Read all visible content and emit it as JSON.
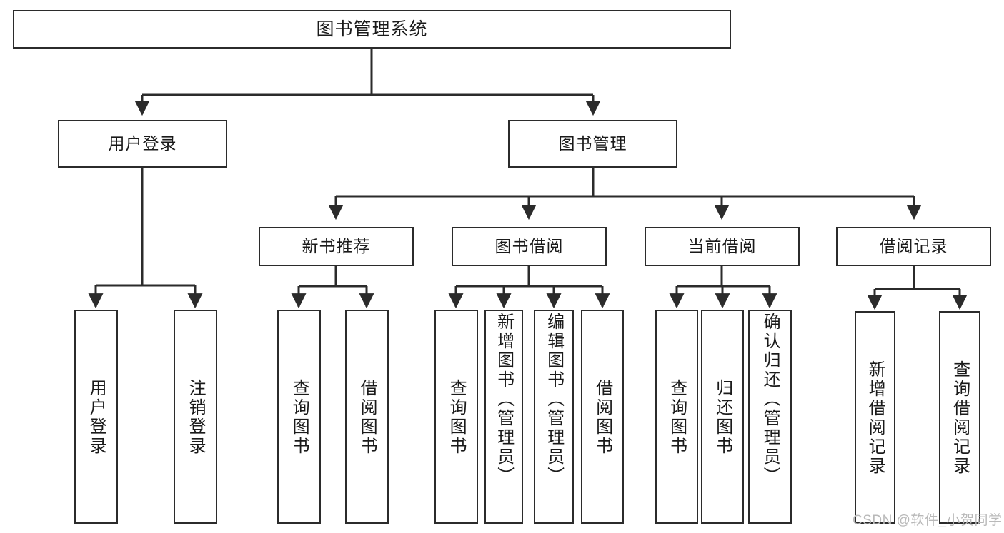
{
  "diagram": {
    "title": "图书管理系统",
    "type": "tree-hierarchy-chart",
    "root": {
      "label": "图书管理系统"
    },
    "level2": [
      {
        "label": "用户登录"
      },
      {
        "label": "图书管理"
      }
    ],
    "level3": [
      {
        "label": "新书推荐"
      },
      {
        "label": "图书借阅"
      },
      {
        "label": "当前借阅"
      },
      {
        "label": "借阅记录"
      }
    ],
    "leaves": {
      "user_login": [
        {
          "label": "用户登录"
        },
        {
          "label": "注销登录"
        }
      ],
      "new_book_recommend": [
        {
          "label": "查询图书"
        },
        {
          "label": "借阅图书"
        }
      ],
      "book_borrow": [
        {
          "label": "查询图书"
        },
        {
          "label": "新增图书（管理员）"
        },
        {
          "label": "编辑图书（管理员）"
        },
        {
          "label": "借阅图书"
        }
      ],
      "current_borrow": [
        {
          "label": "查询图书"
        },
        {
          "label": "归还图书"
        },
        {
          "label": "确认归还（管理员）"
        }
      ],
      "borrow_record": [
        {
          "label": "新增借阅记录"
        },
        {
          "label": "查询借阅记录"
        }
      ]
    }
  },
  "watermark": {
    "text": "CSDN @软件_小贺同学"
  },
  "colors": {
    "border": "#2b2b2b",
    "background": "#ffffff",
    "text": "#1a1a1a",
    "watermark": "#b9b9b9"
  }
}
